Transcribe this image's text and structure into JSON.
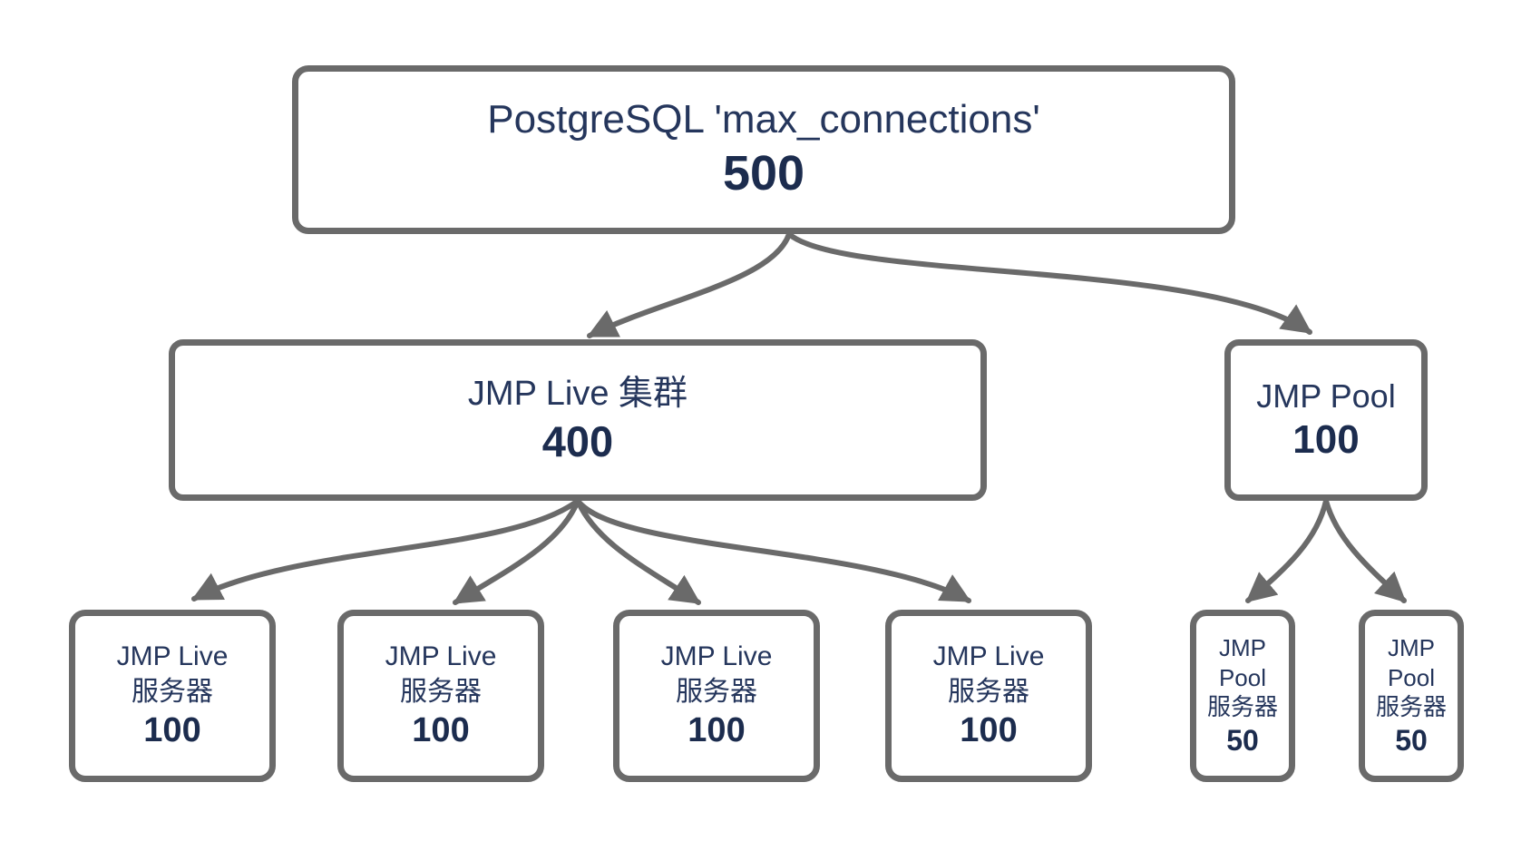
{
  "diagram": {
    "colors": {
      "background": "#ffffff",
      "border": "#6a6a6a",
      "arrow": "#6a6a6a",
      "label": "#25365c",
      "value": "#1c2c4e"
    },
    "root": {
      "label": "PostgreSQL 'max_connections'",
      "value": "500"
    },
    "branches": [
      {
        "id": "jmp-live-cluster",
        "label": "JMP Live 集群",
        "value": "400"
      },
      {
        "id": "jmp-pool",
        "label": "JMP Pool",
        "value": "100"
      }
    ],
    "live_servers": [
      {
        "line1": "JMP Live",
        "line2": "服务器",
        "value": "100"
      },
      {
        "line1": "JMP Live",
        "line2": "服务器",
        "value": "100"
      },
      {
        "line1": "JMP Live",
        "line2": "服务器",
        "value": "100"
      },
      {
        "line1": "JMP Live",
        "line2": "服务器",
        "value": "100"
      }
    ],
    "pool_servers": [
      {
        "line1": "JMP",
        "line2": "Pool",
        "line3": "服务器",
        "value": "50"
      },
      {
        "line1": "JMP",
        "line2": "Pool",
        "line3": "服务器",
        "value": "50"
      }
    ],
    "edges": [
      {
        "from": "root",
        "to": "jmp-live-cluster"
      },
      {
        "from": "root",
        "to": "jmp-pool"
      },
      {
        "from": "jmp-live-cluster",
        "to": "live-server-1"
      },
      {
        "from": "jmp-live-cluster",
        "to": "live-server-2"
      },
      {
        "from": "jmp-live-cluster",
        "to": "live-server-3"
      },
      {
        "from": "jmp-live-cluster",
        "to": "live-server-4"
      },
      {
        "from": "jmp-pool",
        "to": "pool-server-1"
      },
      {
        "from": "jmp-pool",
        "to": "pool-server-2"
      }
    ]
  }
}
